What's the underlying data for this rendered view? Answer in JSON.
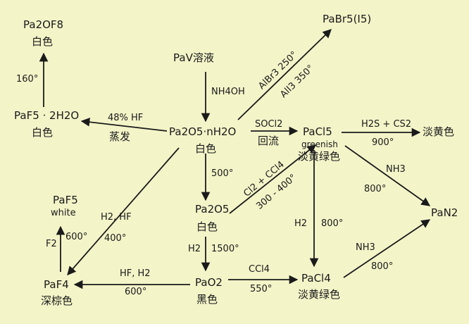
{
  "nodes": {
    "pa2of8": {
      "formula": "Pa2OF8",
      "note": "白色"
    },
    "paf5_2h2o": {
      "formula": "PaF5 · 2H2O",
      "note": "白色"
    },
    "pav_sol": {
      "formula": "PaV溶液"
    },
    "pabr5": {
      "formula": "PaBr5(I5)"
    },
    "pa2o5_nh2o": {
      "formula": "Pa2O5·nH2O",
      "note": "白色"
    },
    "pacl5": {
      "formula": "PaCl5",
      "note_en": "greenish",
      "note": "淡黄绿色"
    },
    "yellow_product": {
      "formula": "淡黄色"
    },
    "paf5": {
      "formula": "PaF5",
      "note": "white"
    },
    "pa2o5": {
      "formula": "Pa2O5",
      "note": "白色"
    },
    "pan2": {
      "formula": "PaN2"
    },
    "paf4": {
      "formula": "PaF4",
      "note": "深棕色"
    },
    "pao2": {
      "formula": "PaO2",
      "note": "黑色"
    },
    "pacl4": {
      "formula": "PaCl4",
      "note": "淡黄绿色"
    }
  },
  "edges": {
    "paf5h2o_to_pa2of8": {
      "cond": "160°"
    },
    "pa2o5nh2o_to_paf5h2o": {
      "cond1": "48% HF",
      "cond2": "蒸发"
    },
    "pav_to_pa2o5nh2o": {
      "cond": "NH4OH"
    },
    "pa2o5nh2o_to_pabr5": {
      "cond1": "AlBr3 250°",
      "cond2": "AlI3 350°"
    },
    "pa2o5nh2o_to_pacl5": {
      "cond1": "SOCl2",
      "cond2": "回流"
    },
    "pacl5_to_yellow": {
      "cond1": "H2S + CS2",
      "cond2": "900°"
    },
    "pa2o5nh2o_to_pa2o5": {
      "cond": "500°"
    },
    "pa2o5_to_pacl5": {
      "cond1": "Cl2 + CCl4",
      "cond2": "300 - 400°"
    },
    "pacl5_to_pan2": {
      "cond1": "NH3",
      "cond2": "800°"
    },
    "pacl5_to_pacl4": {
      "cond1": "H2",
      "cond2": "800°"
    },
    "pa2o5nh2o_to_paf4": {
      "cond1": "H2, HF",
      "cond2": "400°"
    },
    "paf4_to_paf5": {
      "cond1": "F2",
      "cond2": "600°"
    },
    "pa2o5_to_pao2": {
      "cond1": "H2",
      "cond2": "1500°"
    },
    "pao2_to_paf4": {
      "cond1": "HF, H2",
      "cond2": "600°"
    },
    "pao2_to_pacl4": {
      "cond1": "CCl4",
      "cond2": "550°"
    },
    "pacl4_to_pan2": {
      "cond1": "NH3",
      "cond2": "800°"
    }
  }
}
